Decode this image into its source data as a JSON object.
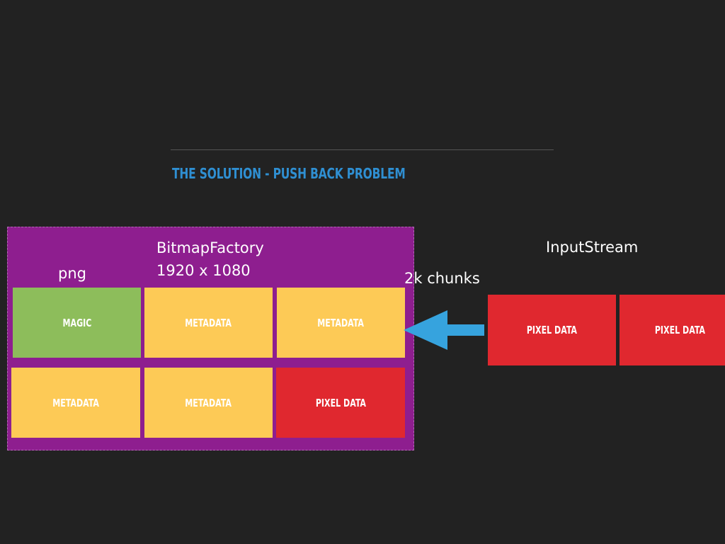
{
  "slide": {
    "title": "THE SOLUTION - PUSH BACK PROBLEM"
  },
  "bitmap_factory": {
    "name": "BitmapFactory",
    "resolution": "1920 x 1080",
    "format": "png",
    "blocks": [
      "MAGIC",
      "METADATA",
      "METADATA",
      "METADATA",
      "METADATA",
      "PIXEL DATA"
    ]
  },
  "transfer": {
    "label": "2k chunks",
    "arrow_color": "#36a3de"
  },
  "input_stream": {
    "name": "InputStream",
    "blocks": [
      "PIXEL DATA",
      "PIXEL DATA"
    ]
  },
  "colors": {
    "background": "#222222",
    "title": "#2f8fd2",
    "container": "#8e1e8f",
    "magic": "#8dbd5b",
    "metadata": "#fdca56",
    "pixel_data": "#e0282f"
  }
}
